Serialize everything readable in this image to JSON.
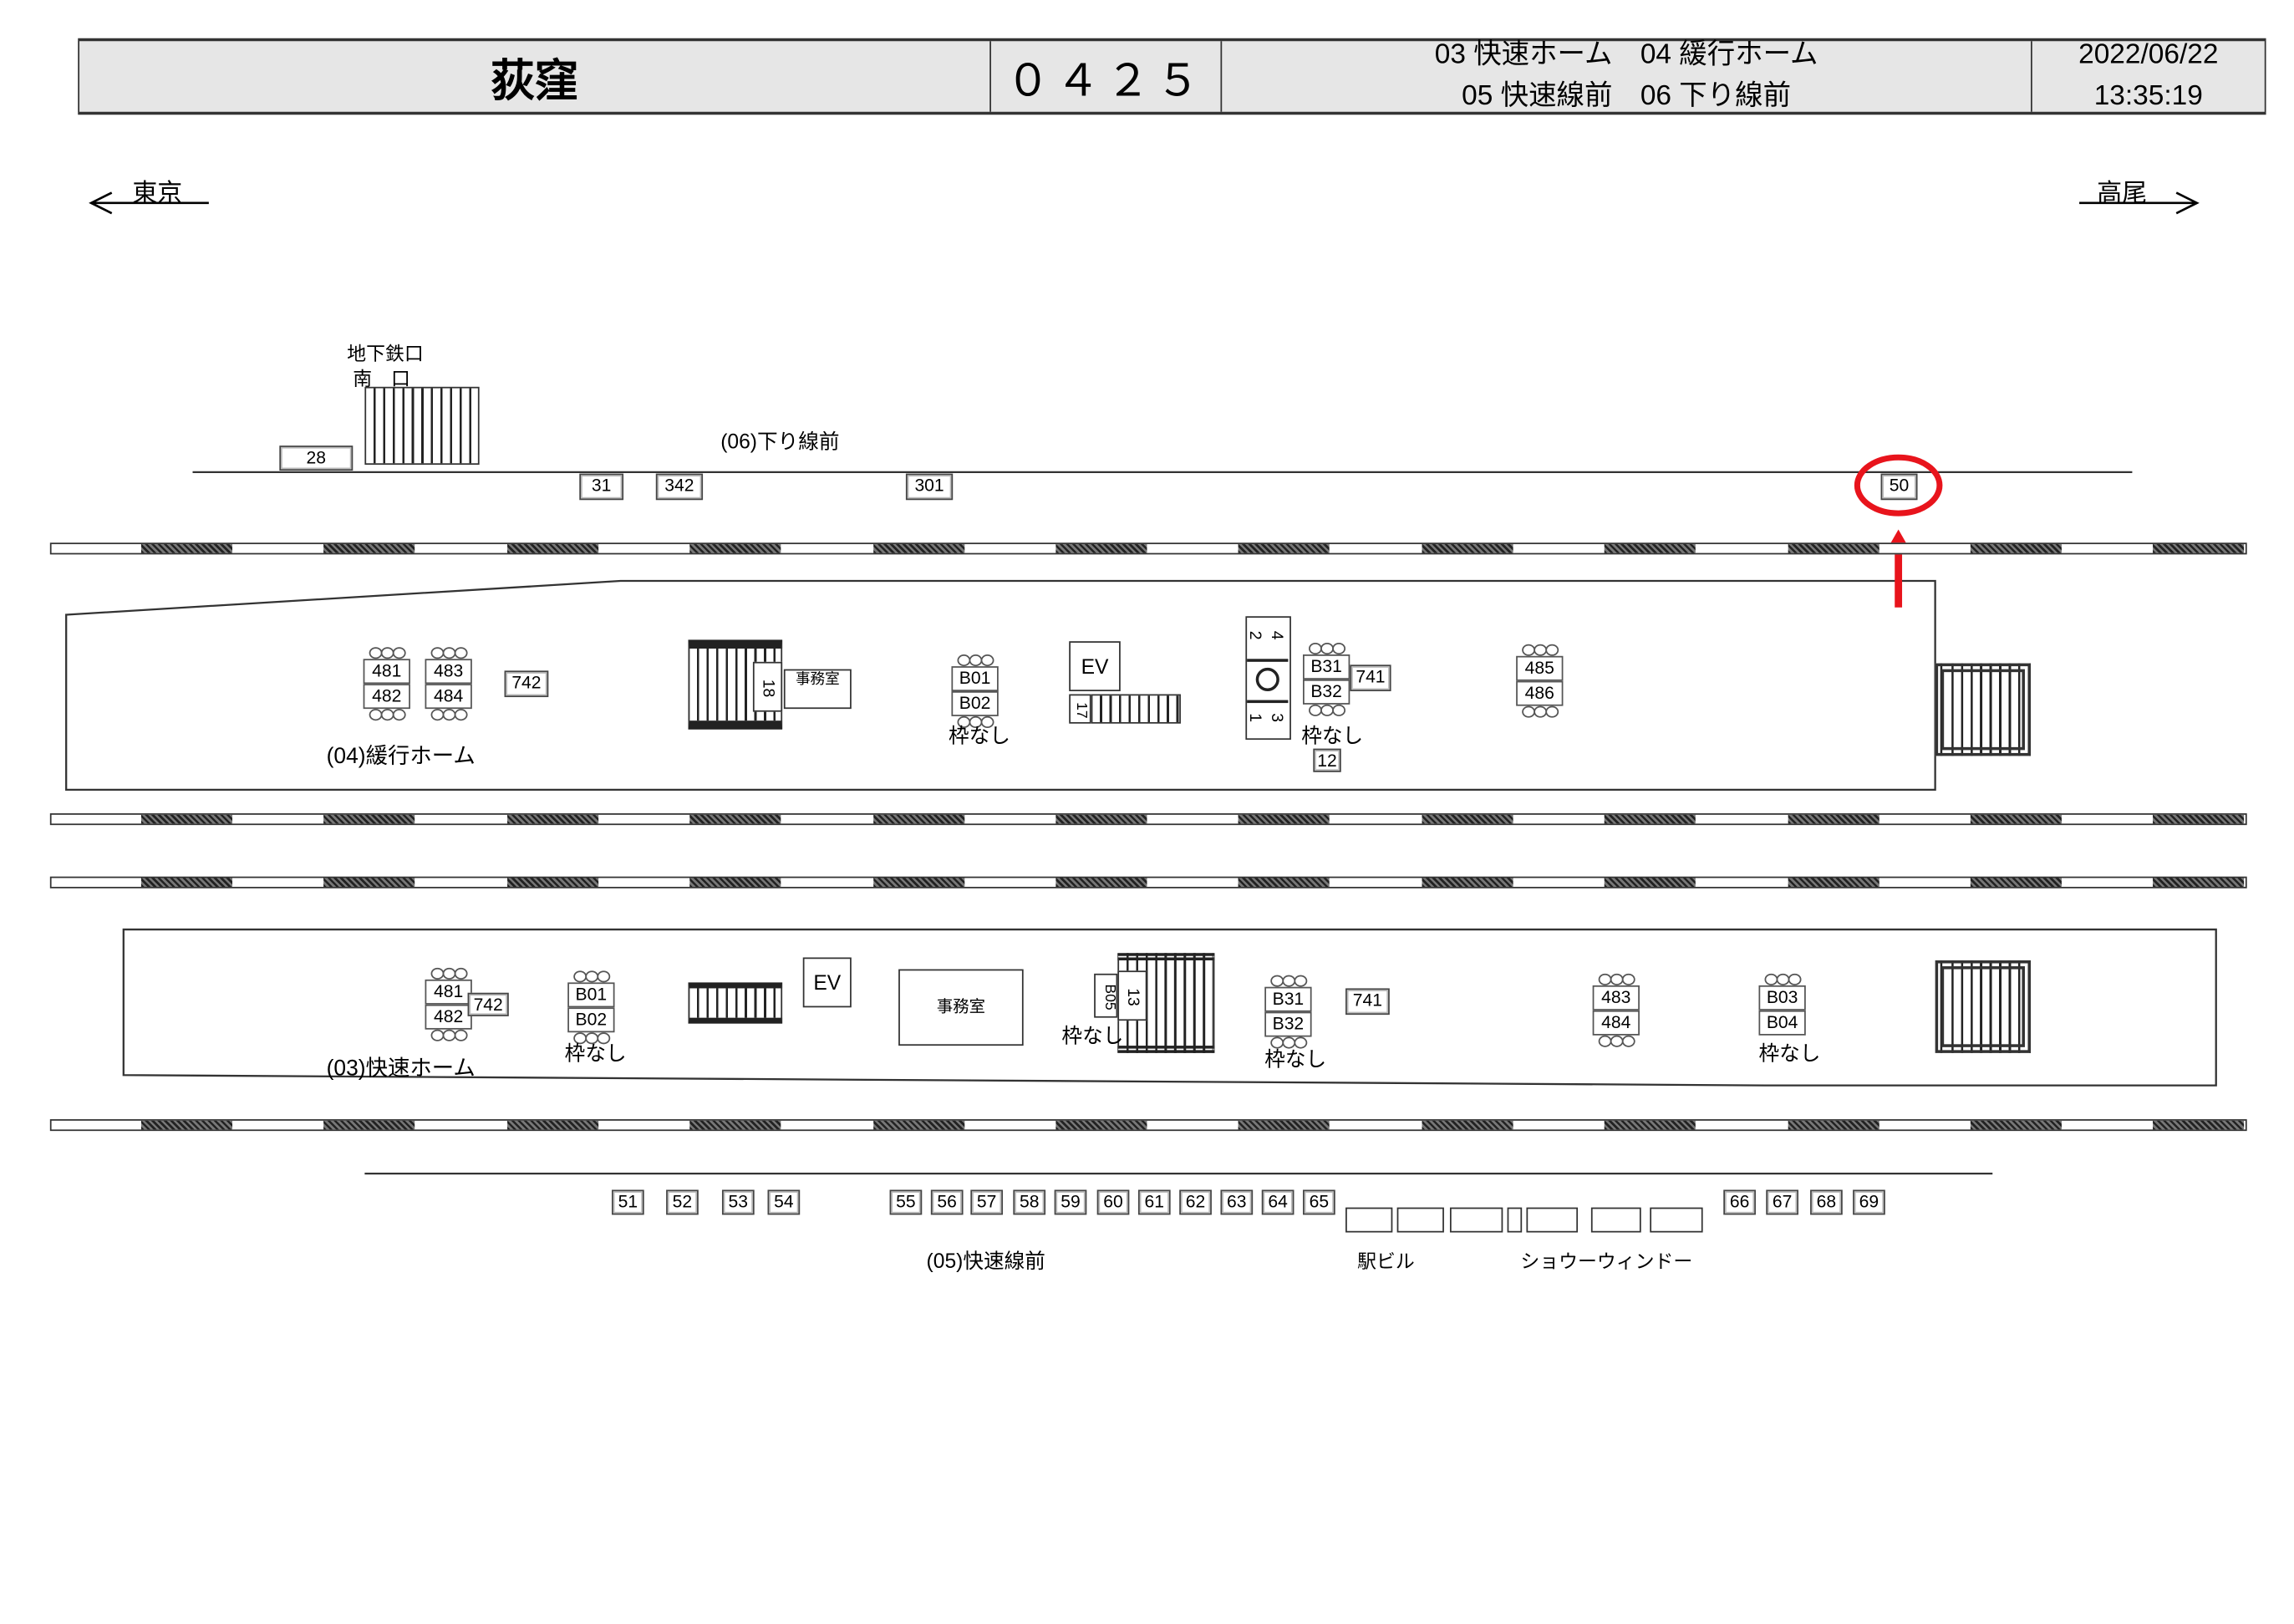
{
  "header": {
    "station": "荻窪",
    "code": "０４２５",
    "lines": [
      "03 快速ホーム　04 緩行ホーム",
      "05 快速線前　06 下り線前"
    ],
    "date": "2022/06/22",
    "time": "13:35:19"
  },
  "directions": {
    "left": "東京",
    "right": "高尾"
  },
  "top_area": {
    "exit_label_1": "地下鉄口",
    "exit_label_2": "南　口",
    "line_label": "(06)下り線前",
    "signs": [
      "28",
      "31",
      "342",
      "301",
      "50"
    ],
    "highlighted_sign": "50",
    "highlight_color": "#e8141c"
  },
  "platform04": {
    "label": "(04)緩行ホーム",
    "groups": [
      [
        "481",
        "482"
      ],
      [
        "483",
        "484"
      ],
      [
        "B01",
        "B02"
      ],
      [
        "B31",
        "B32"
      ],
      [
        "485",
        "486"
      ]
    ],
    "signs": [
      "742",
      "741",
      "12"
    ],
    "office": "事務室",
    "ev": "EV",
    "stair_nums": [
      "18",
      "17"
    ],
    "clock_nums": [
      "2",
      "4",
      "1",
      "3"
    ],
    "no_frame": "枠なし"
  },
  "platform03": {
    "label": "(03)快速ホーム",
    "groups": [
      [
        "481",
        "482"
      ],
      [
        "B01",
        "B02"
      ],
      [
        "B31",
        "B32"
      ],
      [
        "483",
        "484"
      ],
      [
        "B03",
        "B04"
      ]
    ],
    "signs": [
      "742",
      "741",
      "B05"
    ],
    "office": "事務室",
    "ev": "EV",
    "stair_nums": [
      "13"
    ],
    "no_frame": "枠なし"
  },
  "bottom_area": {
    "line_label": "(05)快速線前",
    "signs": [
      "51",
      "52",
      "53",
      "54",
      "55",
      "56",
      "57",
      "58",
      "59",
      "60",
      "61",
      "62",
      "63",
      "64",
      "65",
      "66",
      "67",
      "68",
      "69"
    ],
    "station_building": "駅ビル",
    "show_window": "ショウーウィンドー"
  }
}
